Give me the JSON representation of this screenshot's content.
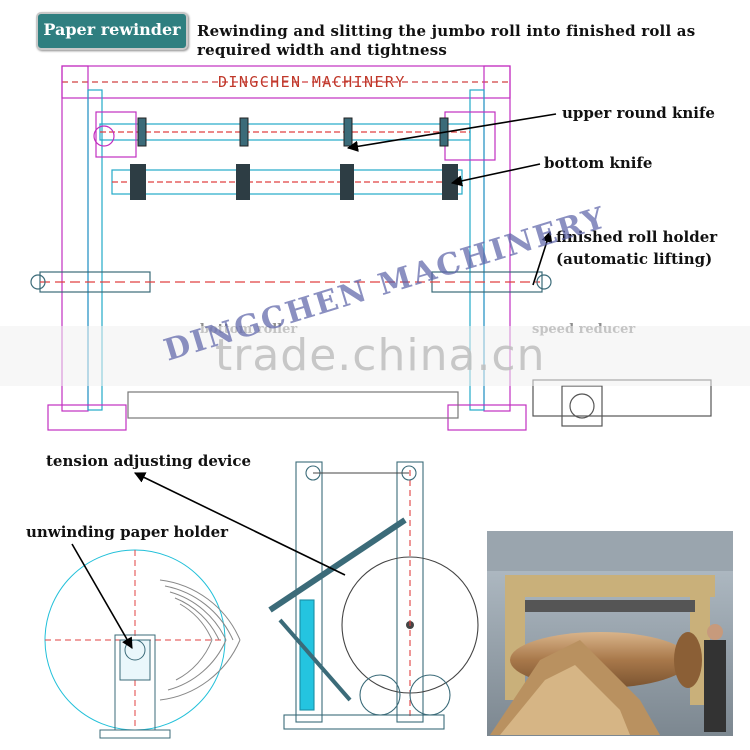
{
  "badge": {
    "label": "Paper rewinder"
  },
  "header": {
    "description": "Rewinding and slitting the jumbo roll into finished roll as required width and tightness"
  },
  "drawing": {
    "brand_label": "DINGCHEN MACHINERY"
  },
  "labels": {
    "upper_round_knife": "upper round knife",
    "bottom_knife": "bottom knife",
    "finished_roll_holder": "finished roll holder",
    "automatic_lifting": "(automatic lifting)",
    "tension_adjusting_device": "tension adjusting device",
    "unwinding_paper_holder": "unwinding paper holder",
    "bottom_roller_partial": "bottom roller",
    "speed_reducer_partial": "speed reducer"
  },
  "watermarks": {
    "site": "trade.china.cn",
    "brand": "DINGCHEN MACHINERY"
  },
  "colors": {
    "badge_bg": "#2f7f80",
    "frame_line": "#c22fc0",
    "cyan_line": "#22a9c9",
    "red_dash": "#e04040",
    "arrow": "#000000",
    "roll_brown": "#b58a5b"
  }
}
